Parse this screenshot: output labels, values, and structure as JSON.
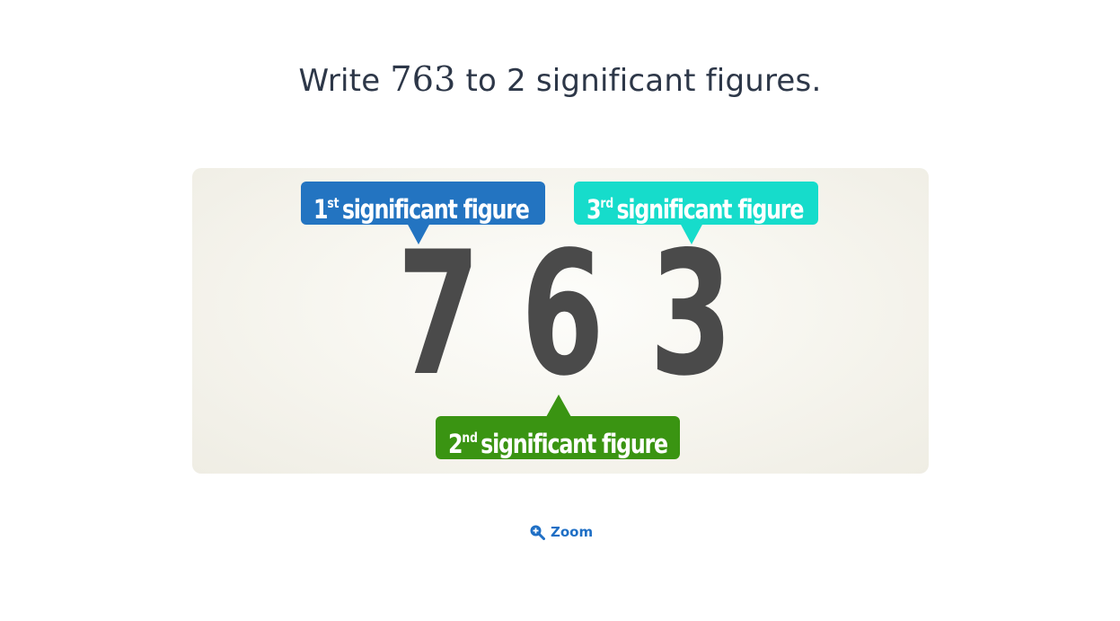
{
  "question": {
    "prefix": "Write",
    "number": "763",
    "suffix": "to 2 significant figures."
  },
  "image": {
    "digits": [
      "7",
      "6",
      "3"
    ],
    "labels": [
      {
        "ordinal": "1",
        "suffix": "st",
        "text": "significant figure",
        "color": "#2374c1"
      },
      {
        "ordinal": "2",
        "suffix": "nd",
        "text": "significant figure",
        "color": "#3a9412"
      },
      {
        "ordinal": "3",
        "suffix": "rd",
        "text": "significant figure",
        "color": "#16dccb"
      }
    ]
  },
  "zoom": {
    "label": "Zoom",
    "icon": "zoom-in-icon"
  },
  "colors": {
    "text": "#2d3748",
    "accent": "#1f6fc5",
    "digit": "#4a4a4a"
  }
}
